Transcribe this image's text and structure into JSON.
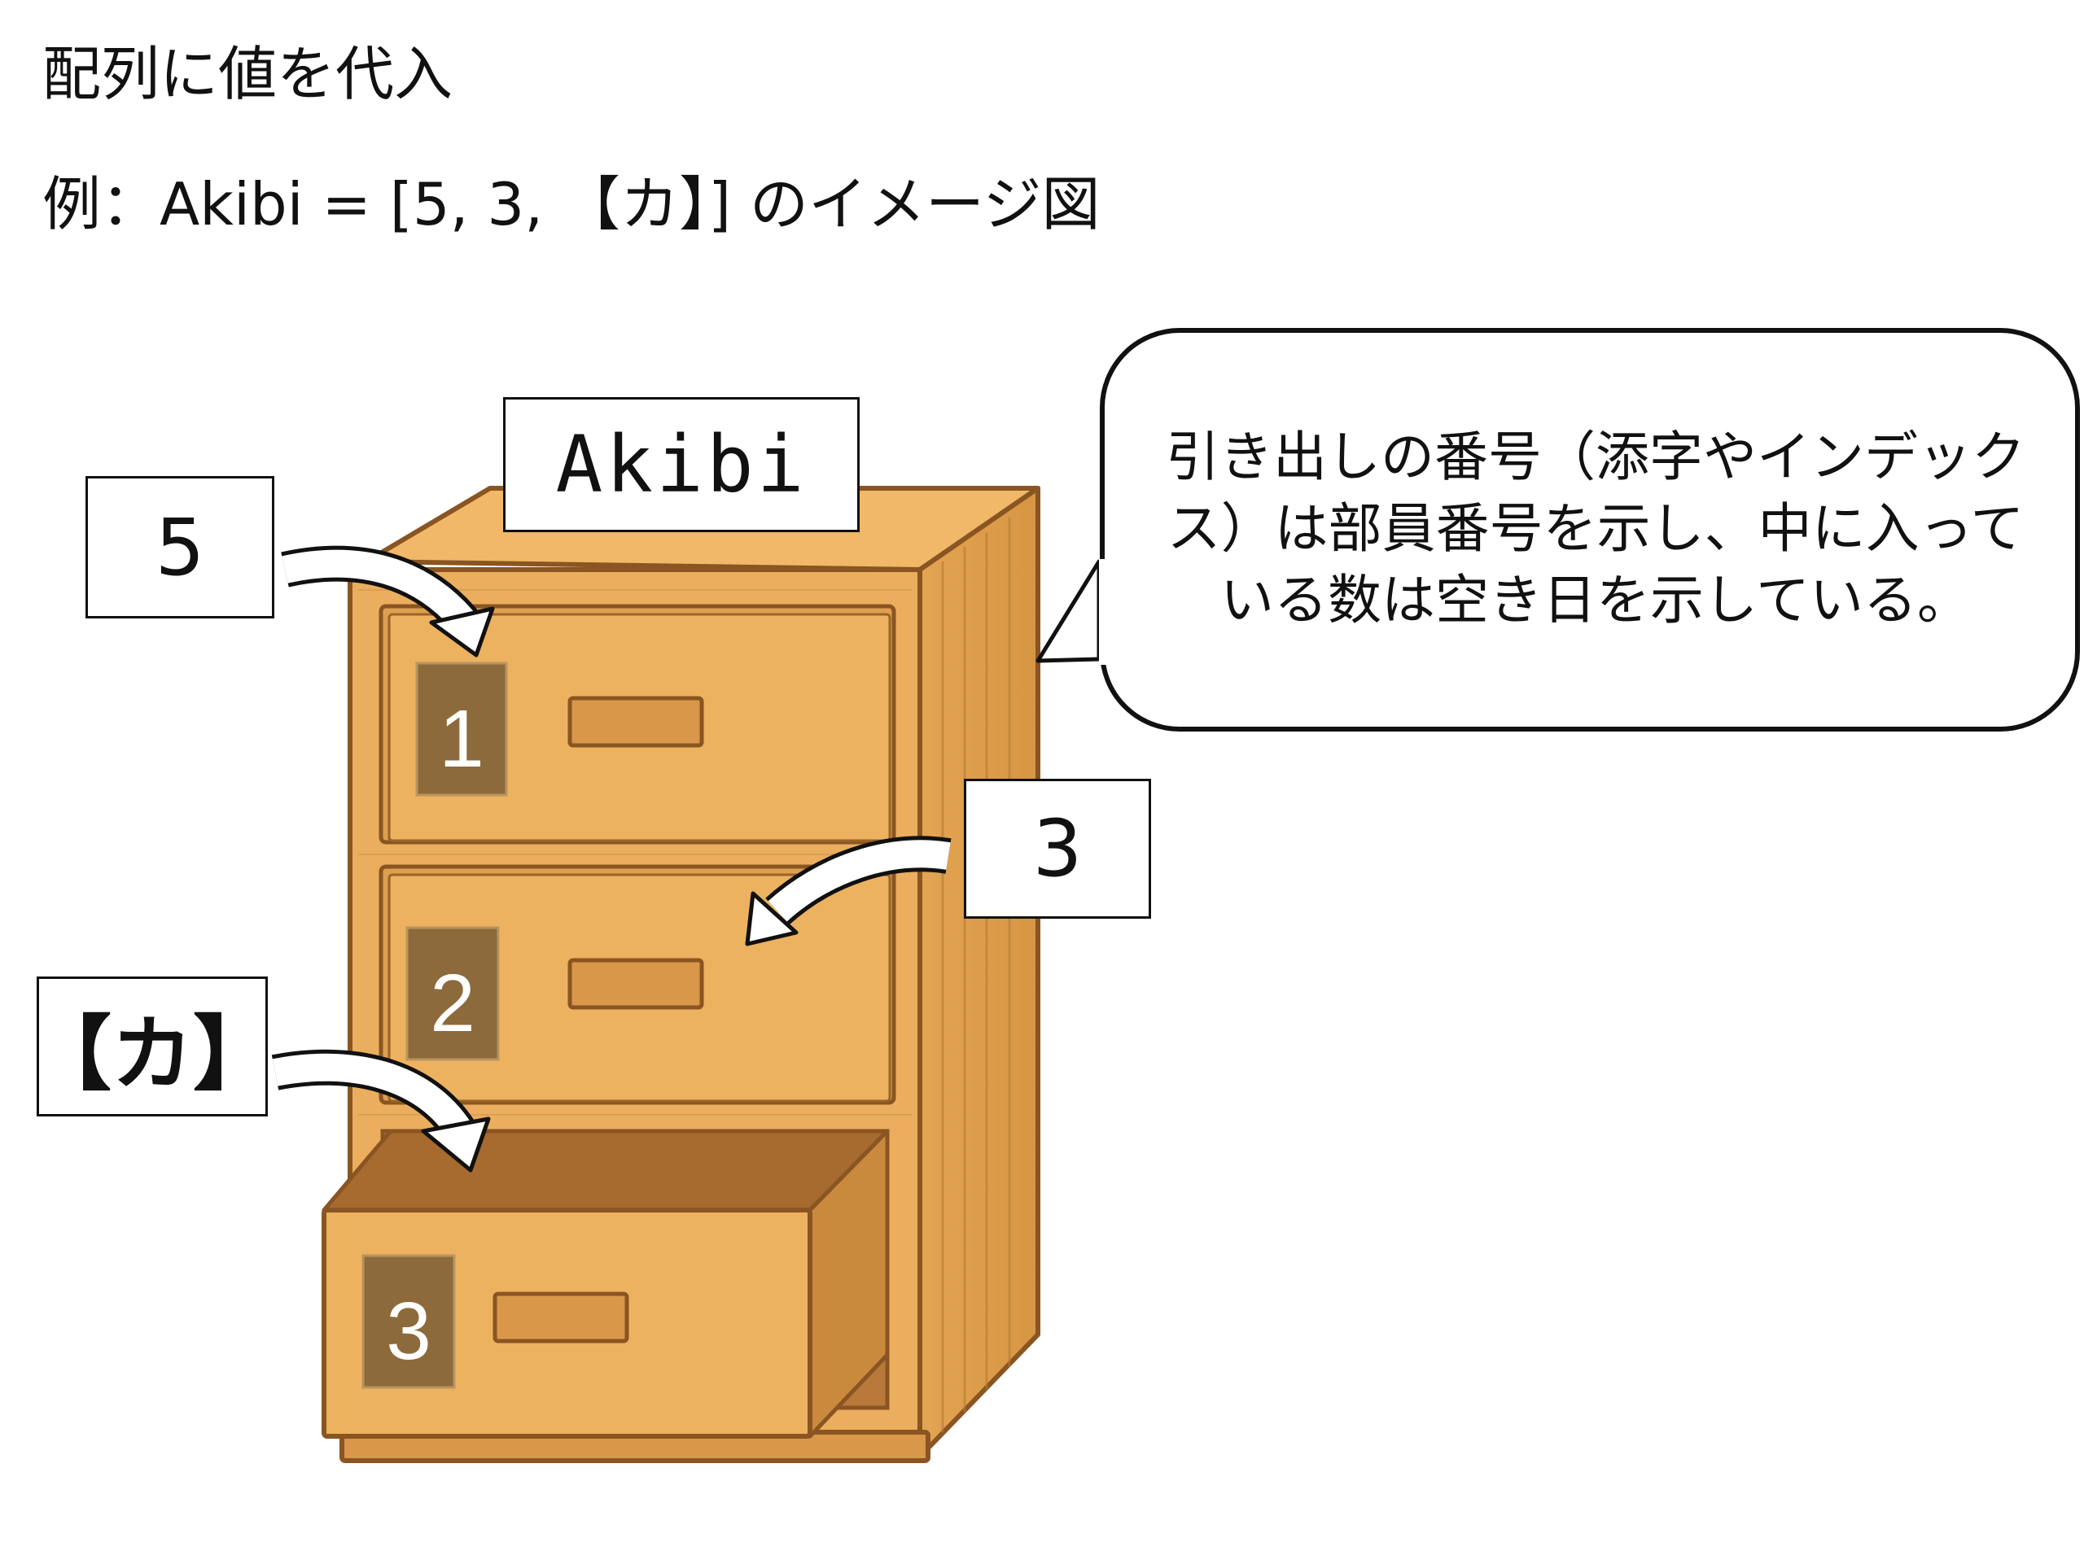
{
  "heading": {
    "title": "配列に値を代入",
    "subtitle": "例：Akibi = [5, 3, 【カ】] のイメージ図"
  },
  "array": {
    "name": "Akibi",
    "values": [
      "5",
      "3",
      "【カ】"
    ],
    "drawers": [
      {
        "index": "1"
      },
      {
        "index": "2"
      },
      {
        "index": "3"
      }
    ]
  },
  "callout": {
    "lines": [
      "引き出しの番号（添字やインデック",
      "ス）は部員番号を示し、中に入って",
      "いる数は空き日を示している。"
    ]
  },
  "colors": {
    "wood": "#EBAE5E",
    "wood_dark": "#C98A3E",
    "wood_outline": "#8A5522",
    "index_badge": "#8D6A3C"
  }
}
